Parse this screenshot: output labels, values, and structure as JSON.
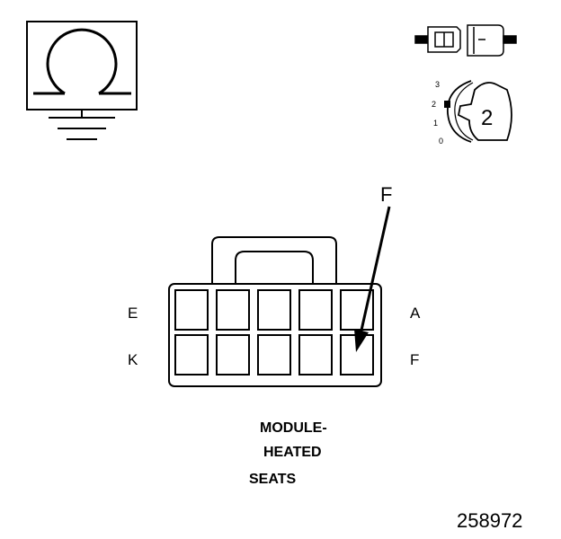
{
  "connector": {
    "pin_labels": {
      "top_left": "E",
      "top_right": "A",
      "bottom_left": "K",
      "bottom_right": "F"
    },
    "callout": "F",
    "caption_lines": [
      "MODULE-",
      "HEATED",
      "SEATS"
    ]
  },
  "position_indicator": {
    "scale": [
      "3",
      "2",
      "1",
      "0"
    ],
    "value": "2"
  },
  "figure_number": "258972"
}
